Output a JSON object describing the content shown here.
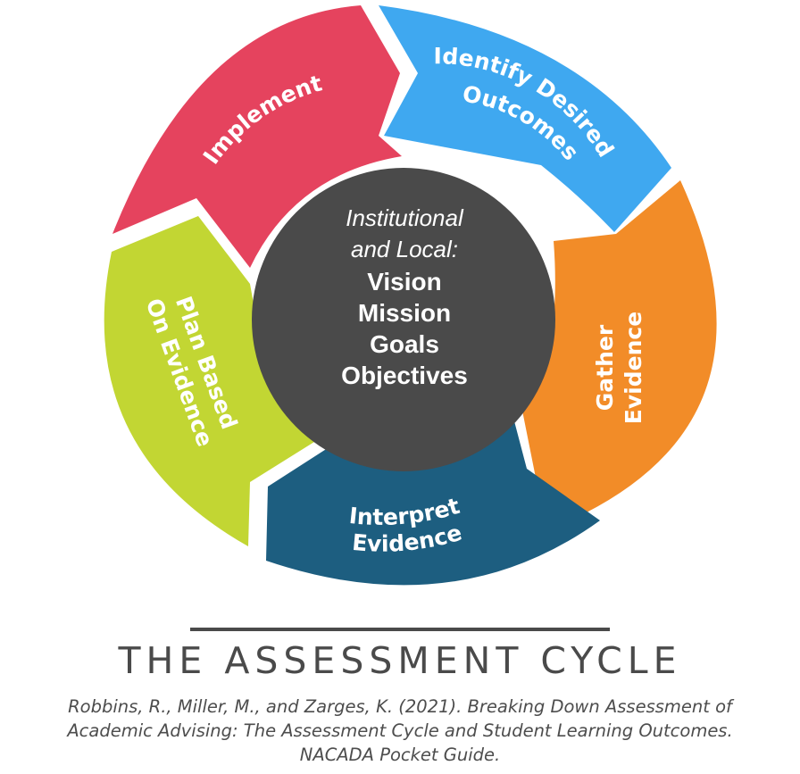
{
  "diagram": {
    "segments": {
      "identify": {
        "label_lines": [
          "Identify Desired",
          "Outcomes"
        ],
        "color": "#3FA8F0"
      },
      "gather": {
        "label_lines": [
          "Gather",
          "Evidence"
        ],
        "color": "#F28C28"
      },
      "interpret": {
        "label_lines": [
          "Interpret",
          "Evidence"
        ],
        "color": "#1D5E80"
      },
      "plan": {
        "label_lines": [
          "Plan Based",
          "On Evidence"
        ],
        "color": "#C2D633"
      },
      "implement": {
        "label_lines": [
          "Implement"
        ],
        "color": "#E5435E"
      }
    },
    "center": {
      "italic_lines": [
        "Institutional",
        "and Local:"
      ],
      "bold_lines": [
        "Vision",
        "Mission",
        "Goals",
        "Objectives"
      ],
      "color": "#4A4A4A"
    }
  },
  "title": "THE ASSESSMENT CYCLE",
  "citation_lines": [
    "Robbins, R., Miller, M., and Zarges, K. (2021). Breaking Down Assessment of",
    "Academic Advising: The Assessment Cycle and Student Learning Outcomes.",
    "NACADA Pocket Guide."
  ]
}
